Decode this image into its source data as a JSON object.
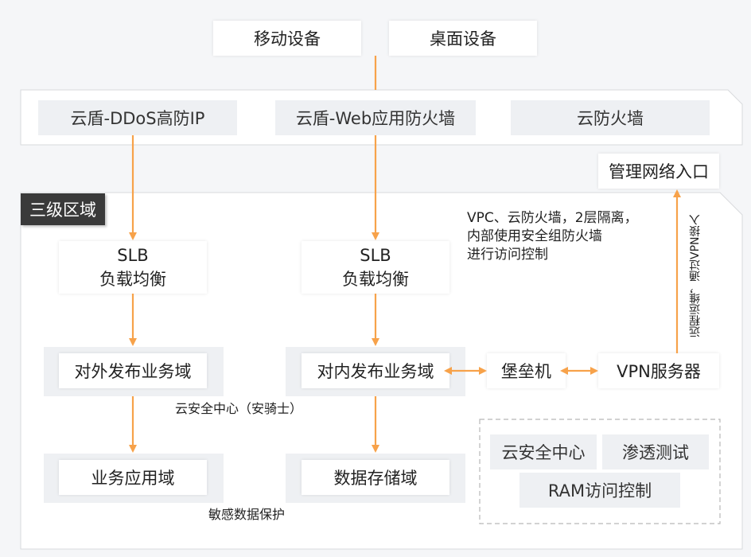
{
  "top_devices": {
    "mobile": "移动设备",
    "desktop": "桌面设备"
  },
  "security_band": {
    "ddos": "云盾-DDoS高防IP",
    "waf": "云盾-Web应用防火墙",
    "firewall": "云防火墙"
  },
  "mgmt_entry": "管理网络入口",
  "zone_badge": "三级区域",
  "slb_left": {
    "line1": "SLB",
    "line2": "负载均衡"
  },
  "slb_right": {
    "line1": "SLB",
    "line2": "负载均衡"
  },
  "vpc_note": [
    "VPC、云防火墙，2层隔离，",
    "内部使用安全组防火墙",
    "进行访问控制"
  ],
  "vertical_note": "远程运维，通过VPN接入",
  "external_domain": "对外发布业务域",
  "internal_domain": "对内发布业务域",
  "bastion": "堡垒机",
  "vpn_server": "VPN服务器",
  "cloud_security_note": "云安全中心（安骑士）",
  "app_domain": "业务应用域",
  "storage_domain": "数据存储域",
  "sensitive_note": "敏感数据保护",
  "services": {
    "security_center": "云安全中心",
    "pentest": "渗透测试",
    "ram": "RAM访问控制"
  },
  "colors": {
    "arrow": "#f7a24a",
    "badge_bg": "#3a3a3a",
    "grey_box": "#eef0f3"
  }
}
